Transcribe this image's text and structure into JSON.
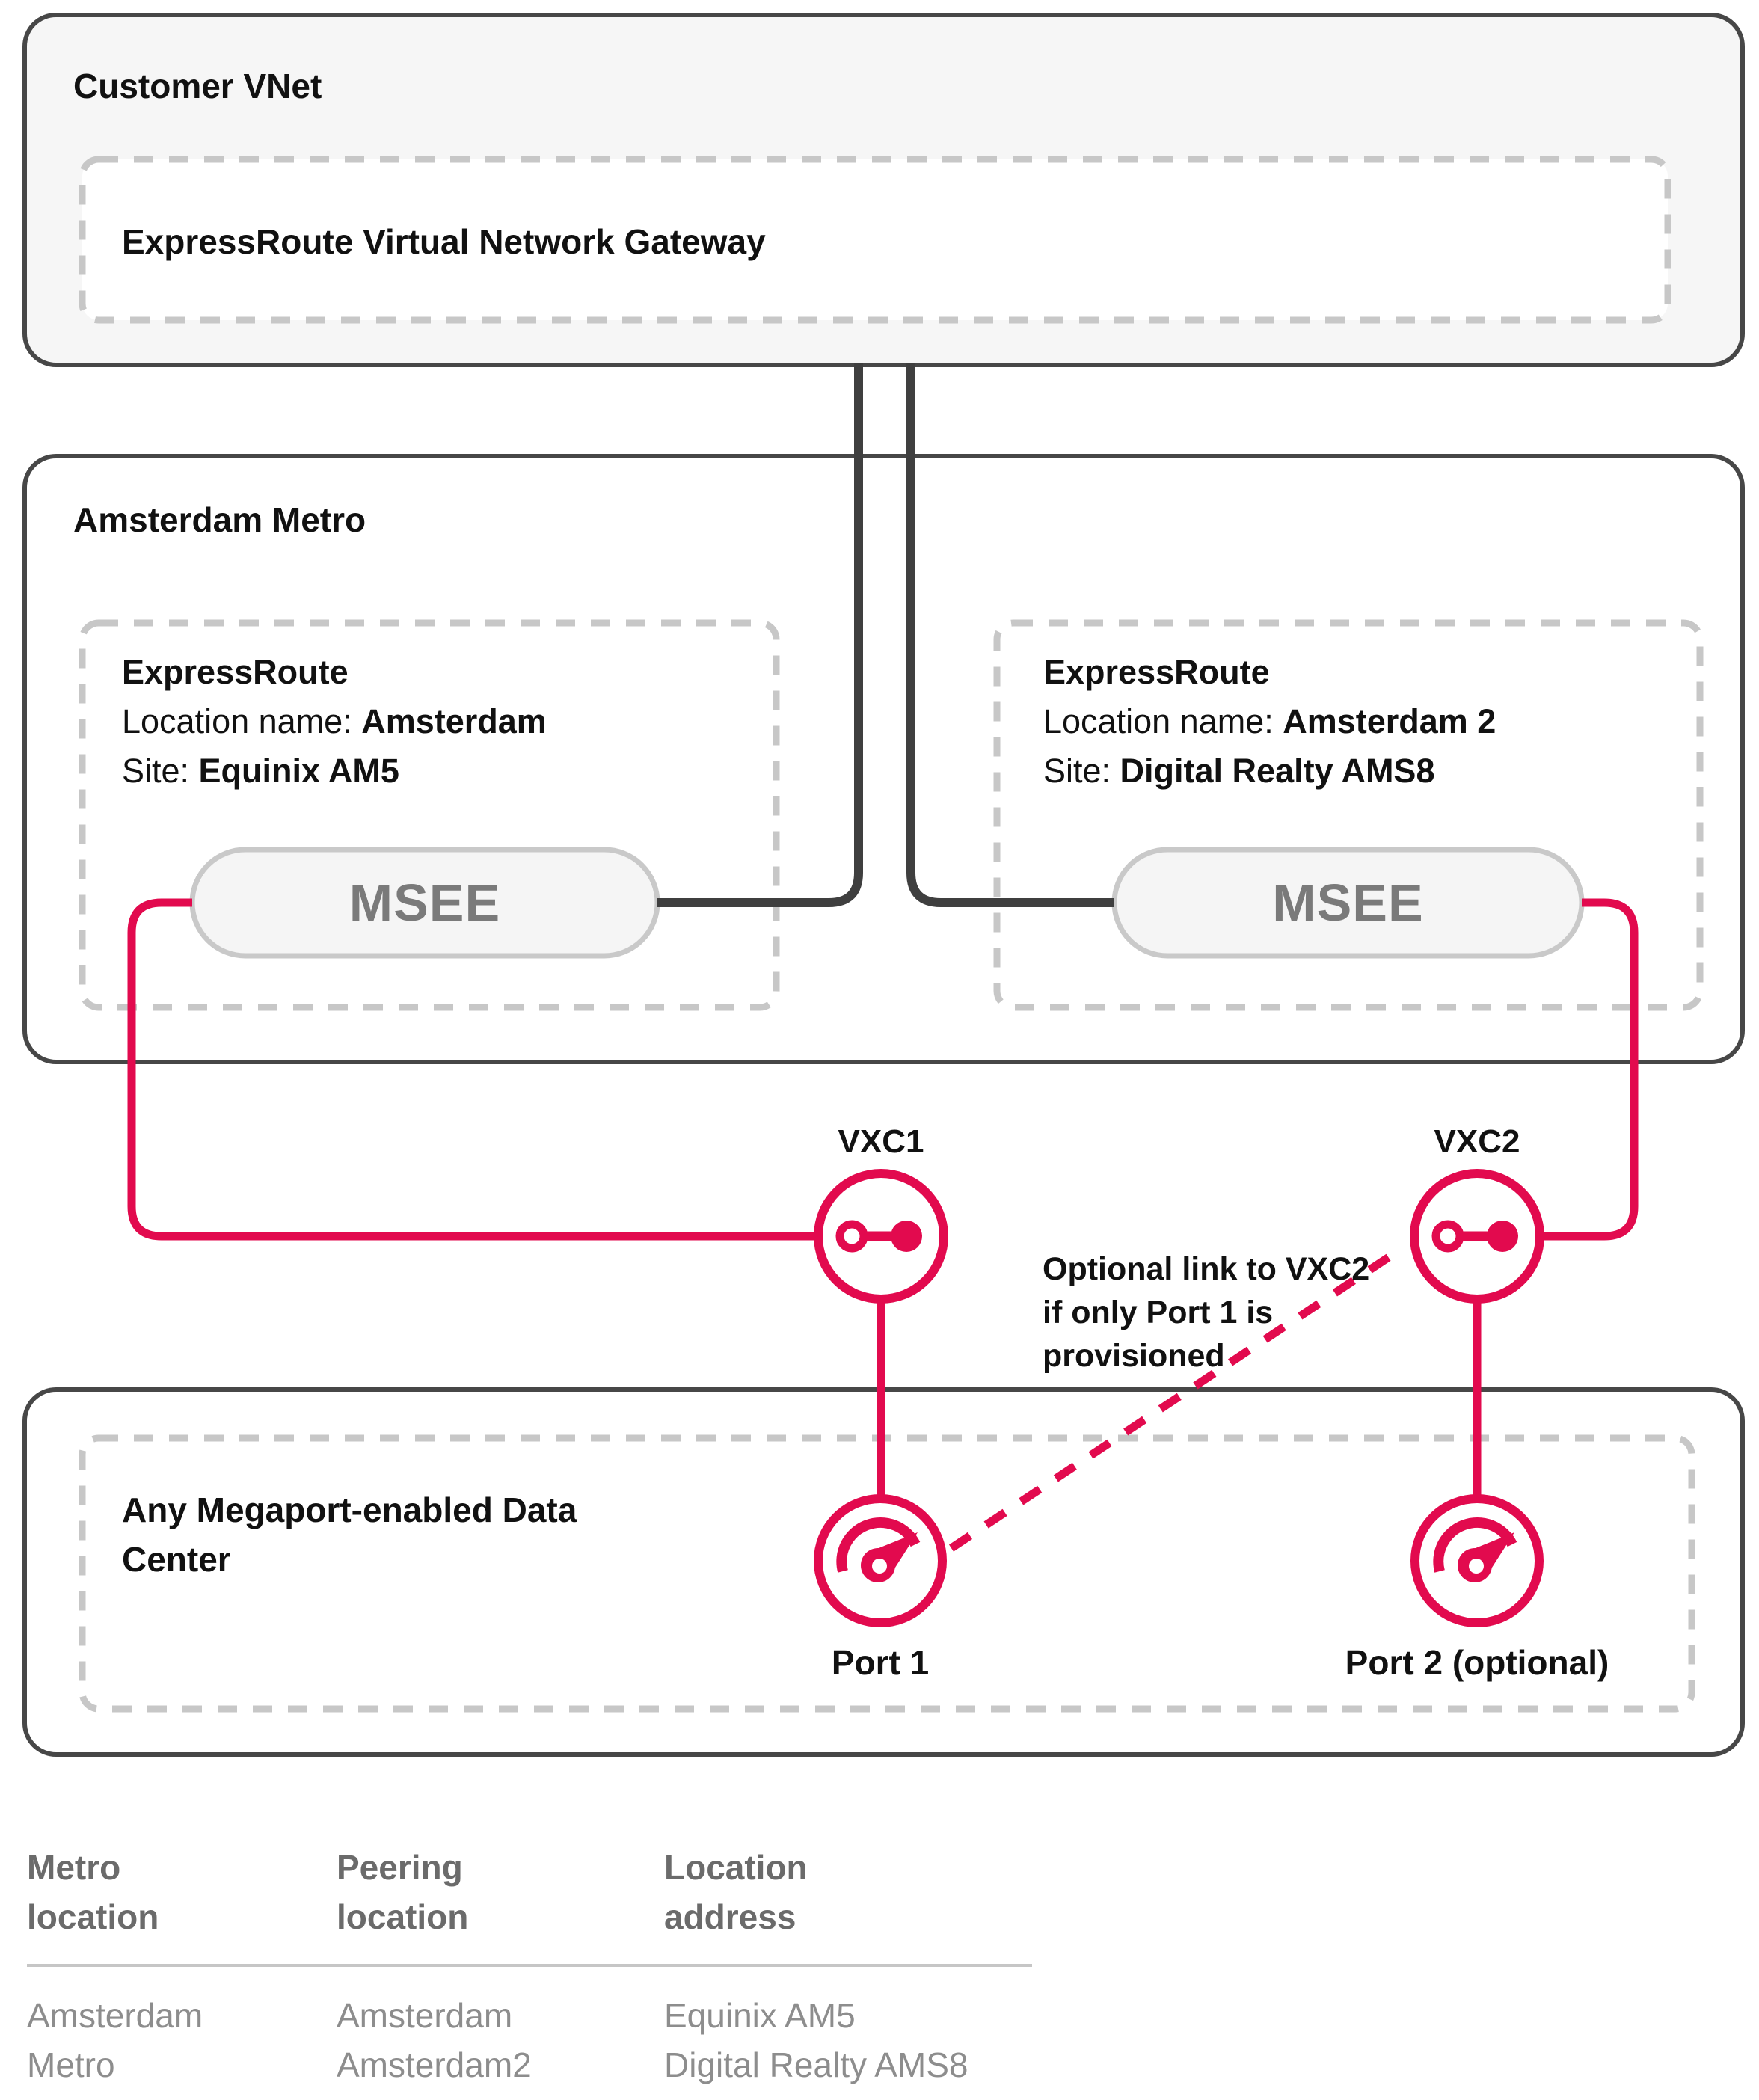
{
  "colors": {
    "accent_pink": "#e20a4e",
    "line_dark": "#3f3f3f",
    "border_dark": "#474747",
    "dash_gray": "#c7c7c7",
    "panel_gray": "#f6f6f6",
    "pill_fill": "#f5f5f5",
    "pill_border": "#c9c9c9",
    "msee_text": "#7a7a7a",
    "table_header_gray": "#6b6b6b",
    "table_value_gray": "#8d8d8d"
  },
  "vnet": {
    "title": "Customer VNet",
    "gateway_label": "ExpressRoute Virtual Network Gateway"
  },
  "metro": {
    "title": "Amsterdam Metro",
    "er_left": {
      "title": "ExpressRoute",
      "location_label": "Location name: ",
      "location_value": "Amsterdam",
      "site_label": "Site: ",
      "site_value": "Equinix AM5",
      "msee": "MSEE"
    },
    "er_right": {
      "title": "ExpressRoute",
      "location_label": "Location name: ",
      "location_value": "Amsterdam 2",
      "site_label": "Site: ",
      "site_value": "Digital Realty AMS8",
      "msee": "MSEE"
    }
  },
  "nodes": {
    "vxc1": {
      "label": "VXC1"
    },
    "vxc2": {
      "label": "VXC2"
    }
  },
  "note": {
    "line1": "Optional link to VXC2",
    "line2": "if only Port 1 is",
    "line3": "provisioned"
  },
  "datacenter": {
    "title": "Any Megaport-enabled Data Center",
    "port1": "Port 1",
    "port2": "Port 2 (optional)"
  },
  "table": {
    "columns": [
      {
        "line1": "Metro",
        "line2": "location"
      },
      {
        "line1": "Peering",
        "line2": "location"
      },
      {
        "line1": "Location",
        "line2": "address"
      }
    ],
    "row": [
      {
        "line1": "Amsterdam",
        "line2": "Metro"
      },
      {
        "line1": "Amsterdam",
        "line2": "Amsterdam2"
      },
      {
        "line1": "Equinix AM5",
        "line2": "Digital Realty AMS8"
      }
    ]
  }
}
